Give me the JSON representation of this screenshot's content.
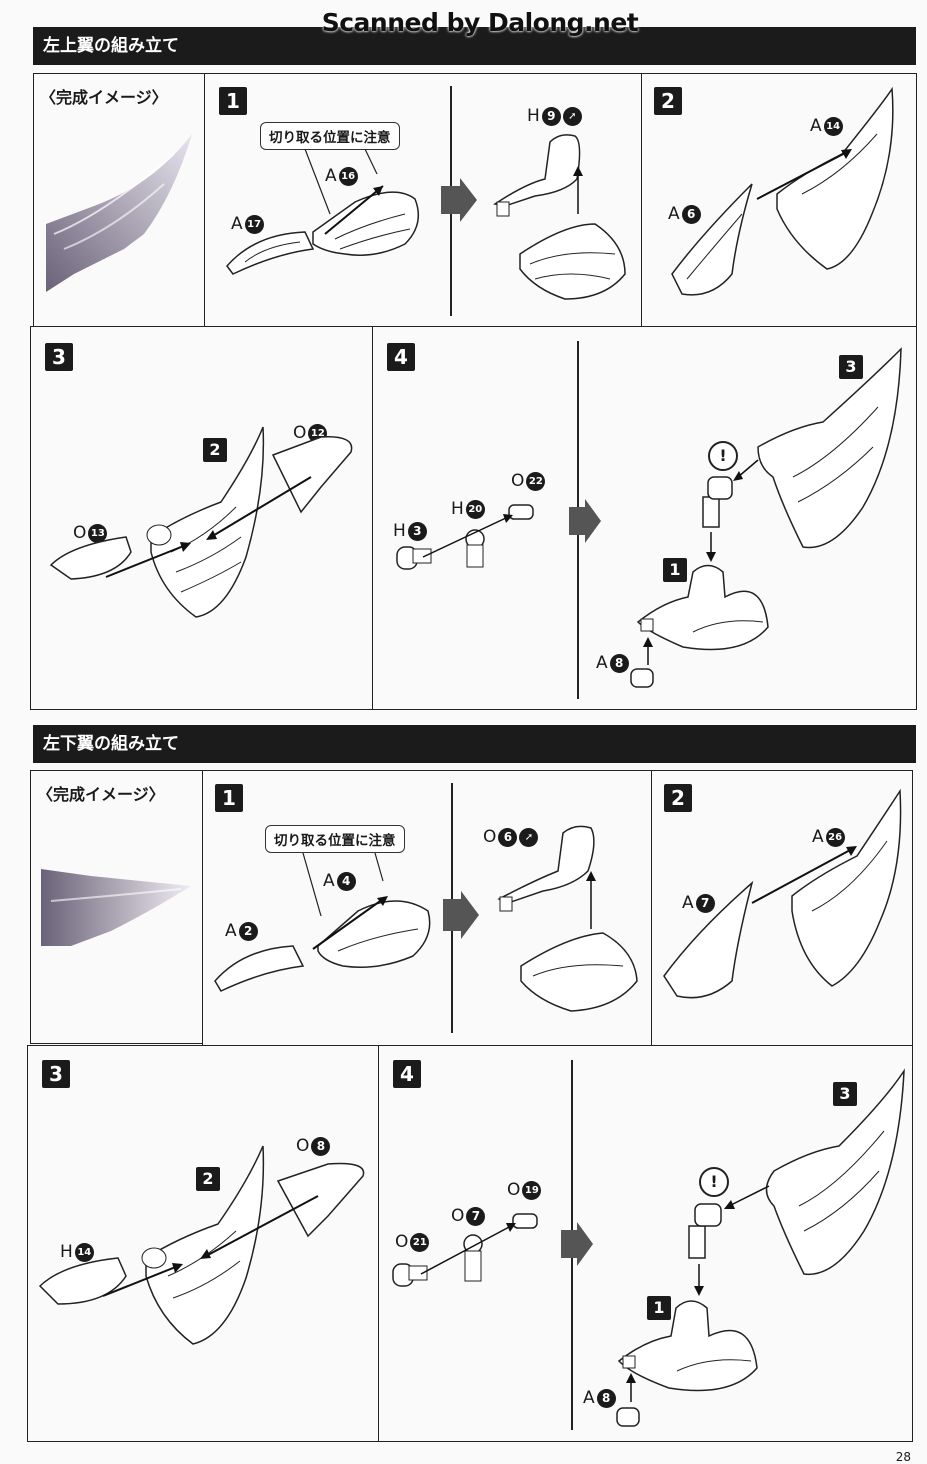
{
  "watermark": "Scanned by Dalong.net",
  "page_number": "28",
  "sections": [
    {
      "title": "左上翼の組み立て",
      "preview_title": "〈完成イメージ〉",
      "steps": [
        "1",
        "2",
        "3",
        "4"
      ],
      "callout": "切り取る位置に注意",
      "labels": {
        "s1_a16": {
          "letter": "A",
          "num": "16"
        },
        "s1_a17": {
          "letter": "A",
          "num": "17"
        },
        "s1_h9": {
          "letter": "H",
          "num": "9"
        },
        "s2_a14": {
          "letter": "A",
          "num": "14"
        },
        "s2_a6": {
          "letter": "A",
          "num": "6"
        },
        "s3_o12": {
          "letter": "O",
          "num": "12"
        },
        "s3_o13": {
          "letter": "O",
          "num": "13"
        },
        "s3_ref2": "2",
        "s4_h3": {
          "letter": "H",
          "num": "3"
        },
        "s4_h20": {
          "letter": "H",
          "num": "20"
        },
        "s4_o22": {
          "letter": "O",
          "num": "22"
        },
        "s4_a8": {
          "letter": "A",
          "num": "8"
        },
        "s4_ref1": "1",
        "s4_ref3": "3",
        "s4_excl": "!"
      }
    },
    {
      "title": "左下翼の組み立て",
      "preview_title": "〈完成イメージ〉",
      "steps": [
        "1",
        "2",
        "3",
        "4"
      ],
      "callout": "切り取る位置に注意",
      "labels": {
        "s1_a4": {
          "letter": "A",
          "num": "4"
        },
        "s1_a2": {
          "letter": "A",
          "num": "2"
        },
        "s1_o6": {
          "letter": "O",
          "num": "6"
        },
        "s2_a26": {
          "letter": "A",
          "num": "26"
        },
        "s2_a7": {
          "letter": "A",
          "num": "7"
        },
        "s3_o8": {
          "letter": "O",
          "num": "8"
        },
        "s3_h14": {
          "letter": "H",
          "num": "14"
        },
        "s3_ref2": "2",
        "s4_o19": {
          "letter": "O",
          "num": "19"
        },
        "s4_o7": {
          "letter": "O",
          "num": "7"
        },
        "s4_o21": {
          "letter": "O",
          "num": "21"
        },
        "s4_a8": {
          "letter": "A",
          "num": "8"
        },
        "s4_ref1": "1",
        "s4_ref3": "3",
        "s4_excl": "!"
      }
    }
  ]
}
